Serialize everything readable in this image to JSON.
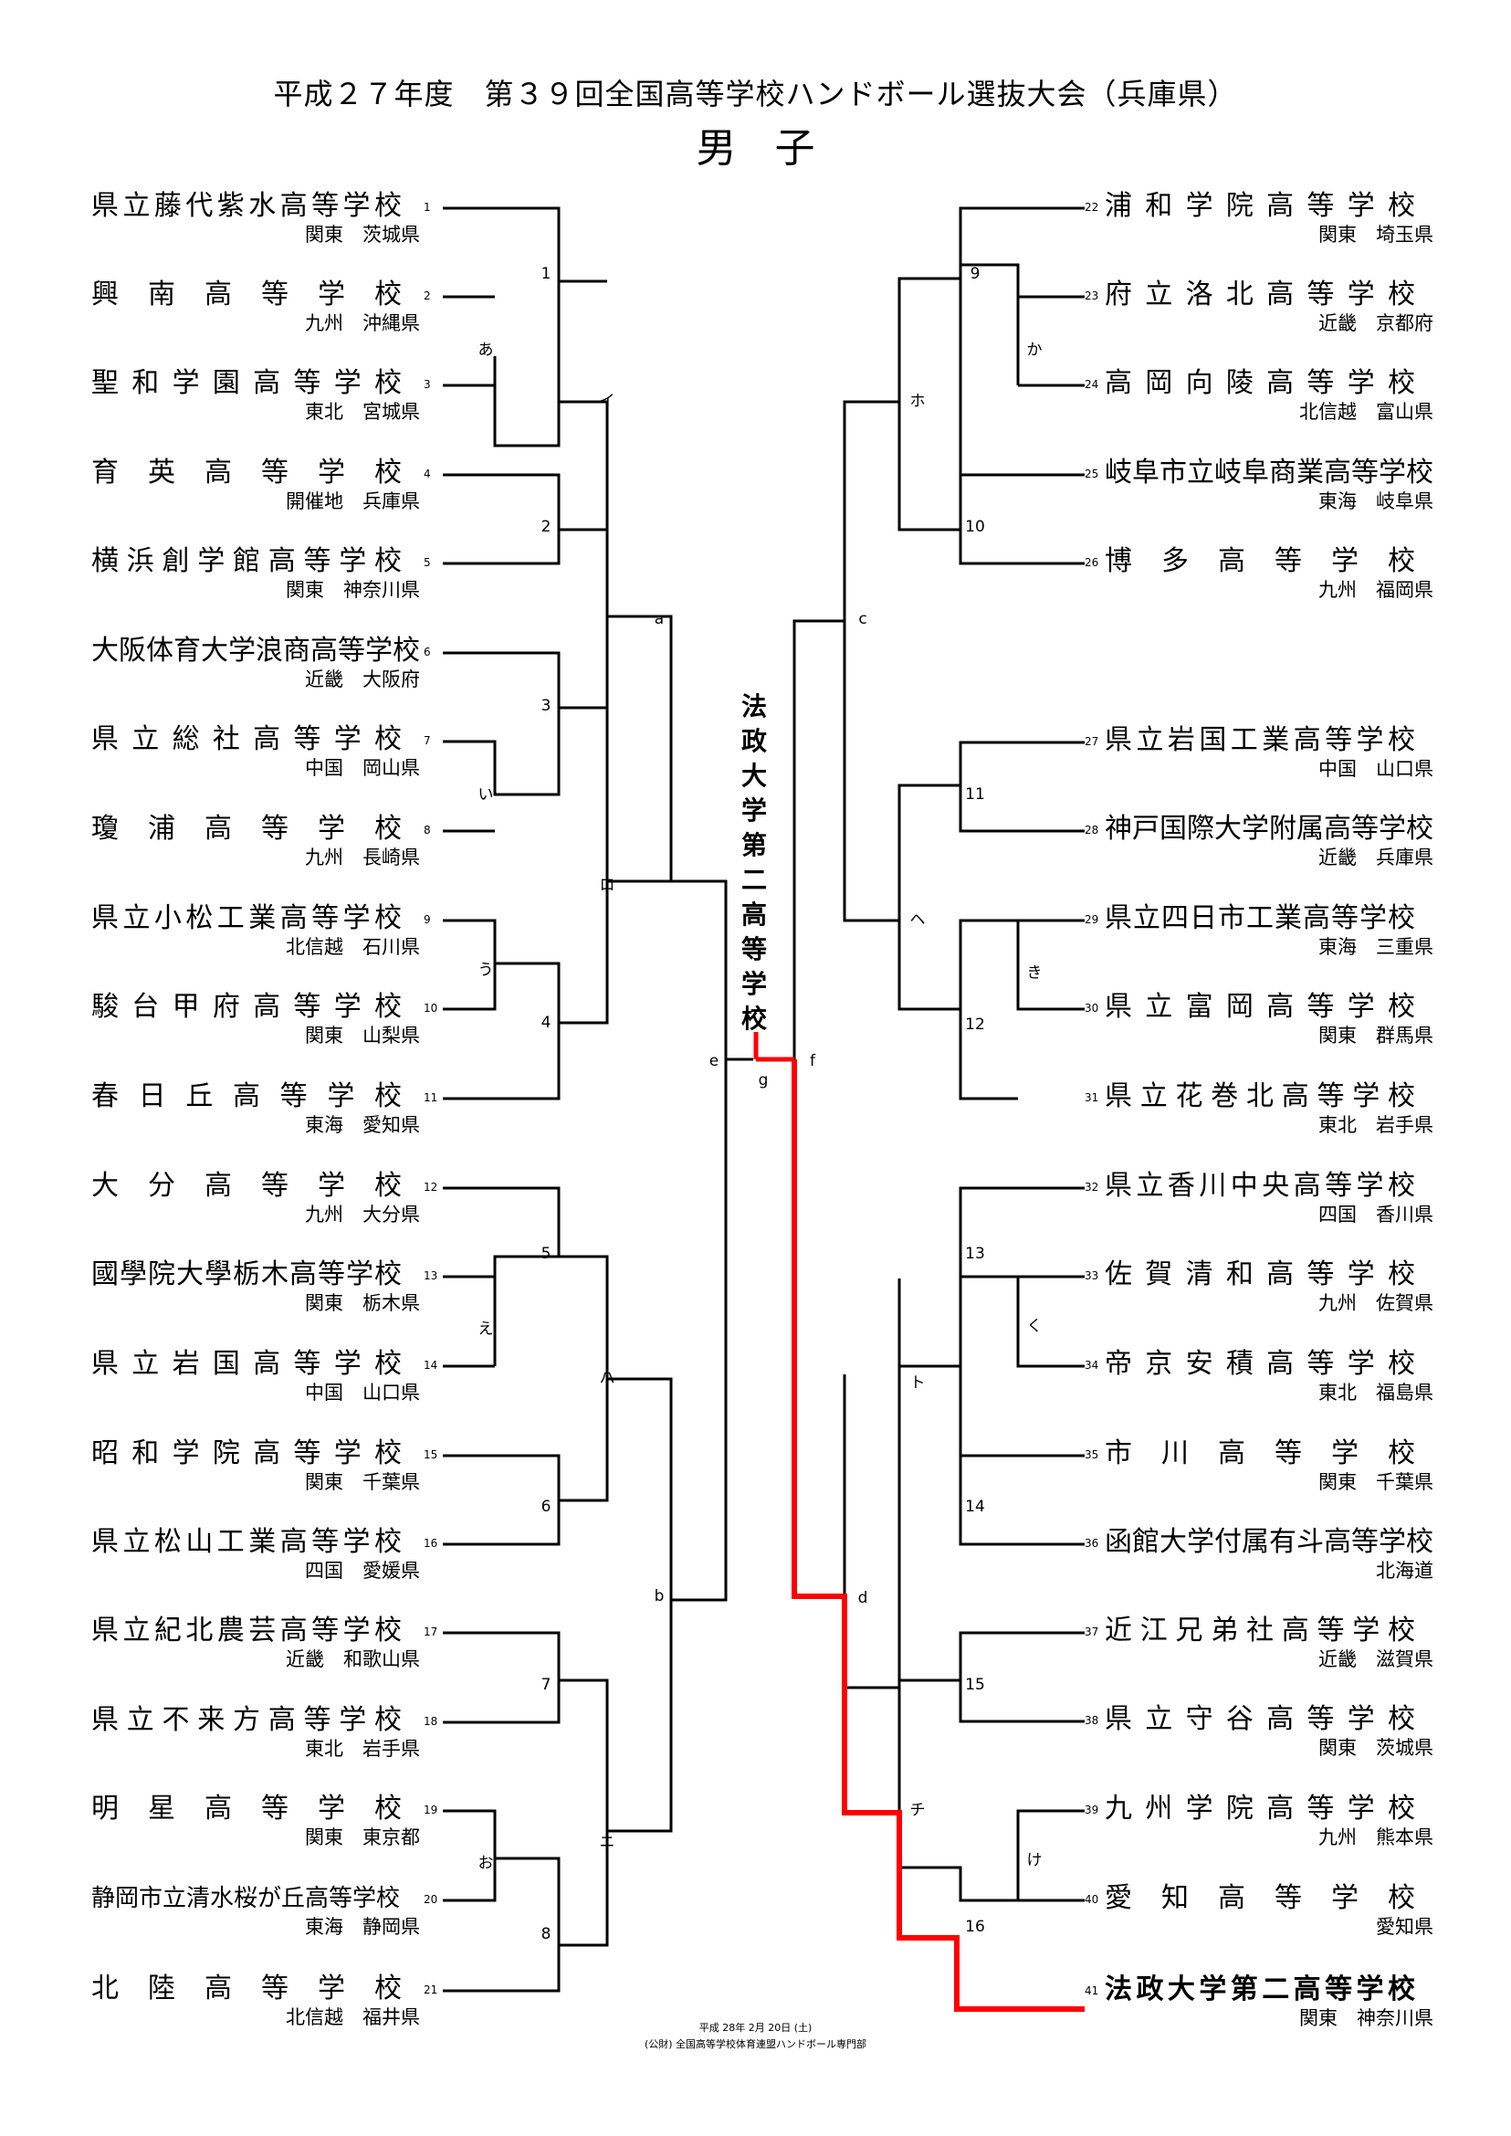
{
  "title": "平成２７年度　第３９回全国高等学校ハンドボール選抜大会（兵庫県）",
  "subtitle": "男子",
  "champion": "法政大学第二高等学校",
  "footer": {
    "date": "平成 28年 2月 20日 (土)",
    "org": "(公財) 全国高等学校体育連盟ハンドボール専門部"
  },
  "colors": {
    "line": "#000000",
    "winner_path": "#ff0000"
  },
  "teams": [
    {
      "no": "1",
      "name": "県立藤代紫水高等学校",
      "region": "関東",
      "pref": "茨城県"
    },
    {
      "no": "2",
      "name": "興南高等学校",
      "region": "九州",
      "pref": "沖縄県"
    },
    {
      "no": "3",
      "name": "聖和学園高等学校",
      "region": "東北",
      "pref": "宮城県"
    },
    {
      "no": "4",
      "name": "育英高等学校",
      "region": "開催地",
      "pref": "兵庫県"
    },
    {
      "no": "5",
      "name": "横浜創学館高等学校",
      "region": "関東",
      "pref": "神奈川県"
    },
    {
      "no": "6",
      "name": "大阪体育大学浪商高等学校",
      "region": "近畿",
      "pref": "大阪府"
    },
    {
      "no": "7",
      "name": "県立総社高等学校",
      "region": "中国",
      "pref": "岡山県"
    },
    {
      "no": "8",
      "name": "瓊浦高等学校",
      "region": "九州",
      "pref": "長崎県"
    },
    {
      "no": "9",
      "name": "県立小松工業高等学校",
      "region": "北信越",
      "pref": "石川県"
    },
    {
      "no": "10",
      "name": "駿台甲府高等学校",
      "region": "関東",
      "pref": "山梨県"
    },
    {
      "no": "11",
      "name": "春日丘高等学校",
      "region": "東海",
      "pref": "愛知県"
    },
    {
      "no": "12",
      "name": "大分高等学校",
      "region": "九州",
      "pref": "大分県"
    },
    {
      "no": "13",
      "name": "國學院大學栃木高等学校",
      "region": "関東",
      "pref": "栃木県"
    },
    {
      "no": "14",
      "name": "県立岩国高等学校",
      "region": "中国",
      "pref": "山口県"
    },
    {
      "no": "15",
      "name": "昭和学院高等学校",
      "region": "関東",
      "pref": "千葉県"
    },
    {
      "no": "16",
      "name": "県立松山工業高等学校",
      "region": "四国",
      "pref": "愛媛県"
    },
    {
      "no": "17",
      "name": "県立紀北農芸高等学校",
      "region": "近畿",
      "pref": "和歌山県"
    },
    {
      "no": "18",
      "name": "県立不来方高等学校",
      "region": "東北",
      "pref": "岩手県"
    },
    {
      "no": "19",
      "name": "明星高等学校",
      "region": "関東",
      "pref": "東京都"
    },
    {
      "no": "20",
      "name": "静岡市立清水桜が丘高等学校",
      "region": "東海",
      "pref": "静岡県"
    },
    {
      "no": "21",
      "name": "北陸高等学校",
      "region": "北信越",
      "pref": "福井県"
    },
    {
      "no": "22",
      "name": "浦和学院高等学校",
      "region": "関東",
      "pref": "埼玉県"
    },
    {
      "no": "23",
      "name": "府立洛北高等学校",
      "region": "近畿",
      "pref": "京都府"
    },
    {
      "no": "24",
      "name": "高岡向陵高等学校",
      "region": "北信越",
      "pref": "富山県"
    },
    {
      "no": "25",
      "name": "岐阜市立岐阜商業高等学校",
      "region": "東海",
      "pref": "岐阜県"
    },
    {
      "no": "26",
      "name": "博多高等学校",
      "region": "九州",
      "pref": "福岡県"
    },
    {
      "no": "27",
      "name": "県立岩国工業高等学校",
      "region": "中国",
      "pref": "山口県"
    },
    {
      "no": "28",
      "name": "神戸国際大学附属高等学校",
      "region": "近畿",
      "pref": "兵庫県"
    },
    {
      "no": "29",
      "name": "県立四日市工業高等学校",
      "region": "東海",
      "pref": "三重県"
    },
    {
      "no": "30",
      "name": "県立富岡高等学校",
      "region": "関東",
      "pref": "群馬県"
    },
    {
      "no": "31",
      "name": "県立花巻北高等学校",
      "region": "東北",
      "pref": "岩手県"
    },
    {
      "no": "32",
      "name": "県立香川中央高等学校",
      "region": "四国",
      "pref": "香川県"
    },
    {
      "no": "33",
      "name": "佐賀清和高等学校",
      "region": "九州",
      "pref": "佐賀県"
    },
    {
      "no": "34",
      "name": "帝京安積高等学校",
      "region": "東北",
      "pref": "福島県"
    },
    {
      "no": "35",
      "name": "市川高等学校",
      "region": "関東",
      "pref": "千葉県"
    },
    {
      "no": "36",
      "name": "函館大学付属有斗高等学校",
      "region": "",
      "pref": "北海道"
    },
    {
      "no": "37",
      "name": "近江兄弟社高等学校",
      "region": "近畿",
      "pref": "滋賀県"
    },
    {
      "no": "38",
      "name": "県立守谷高等学校",
      "region": "関東",
      "pref": "茨城県"
    },
    {
      "no": "39",
      "name": "九州学院高等学校",
      "region": "九州",
      "pref": "熊本県"
    },
    {
      "no": "40",
      "name": "愛知高等学校",
      "region": "",
      "pref": "愛知県"
    },
    {
      "no": "41",
      "name": "法政大学第二高等学校",
      "region": "関東",
      "pref": "神奈川県"
    }
  ],
  "match_labels": {
    "p1": "あ",
    "p2": "い",
    "p3": "う",
    "p4": "え",
    "p5": "お",
    "p6": "か",
    "p7": "き",
    "p8": "く",
    "p9": "け",
    "r1": "1",
    "r2": "2",
    "r3": "3",
    "r4": "4",
    "r5": "5",
    "r6": "6",
    "r7": "7",
    "r8": "8",
    "r9": "9",
    "r10": "10",
    "r11": "11",
    "r12": "12",
    "r13": "13",
    "r14": "14",
    "r15": "15",
    "r16": "16",
    "q1": "イ",
    "q2": "ロ",
    "q3": "ハ",
    "q4": "ニ",
    "q5": "ホ",
    "q6": "ヘ",
    "q7": "ト",
    "q8": "チ",
    "s1": "a",
    "s2": "b",
    "s3": "c",
    "s4": "d",
    "f1": "e",
    "f2": "f",
    "final": "g"
  }
}
